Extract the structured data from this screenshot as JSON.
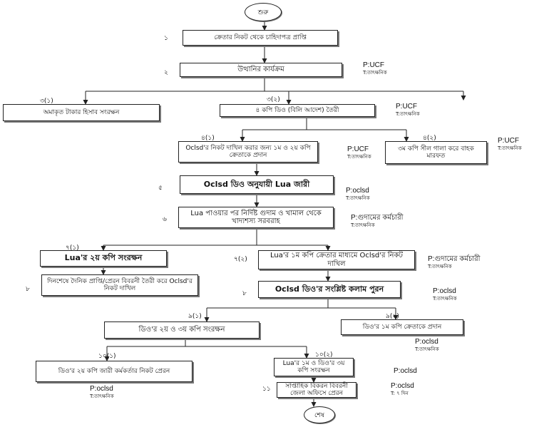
{
  "start": "শুরু",
  "end": "শেষ",
  "nodes": {
    "n1": {
      "num": "১",
      "text": "ক্রেতার নিকট থেকে চাহিদাপত্র প্রাপ্তি"
    },
    "n2": {
      "num": "২",
      "text": "উত্থানির কার্যক্রম",
      "p": "P:UCF",
      "t": "T:তাৎক্ষনিক"
    },
    "n3a": {
      "num": "৩(১)",
      "text": "অমাকৃত টাকার হিসাব সংরক্ষন"
    },
    "n3b": {
      "num": "৩(২)",
      "text": "৪ কপি ডিও (বিলি আদেশ) তৈরী",
      "p": "P:UCF",
      "t": "T:তাৎক্ষনিক"
    },
    "n4a": {
      "num": "৪(১)",
      "text": "Oclsd'র নিকট দাখিল করার জন্য ১ম ও ২য় কপি ক্রেতাকে প্রদান",
      "p": "P:UCF",
      "t": "T:তাৎক্ষনিক"
    },
    "n4b": {
      "num": "৪(২)",
      "text": "৩ম কপি সীল গালা করে বাহক মারফত",
      "p": "P:UCF",
      "t": "T:তাৎক্ষনিক"
    },
    "n5": {
      "num": "৫",
      "text": "Oclsd ডিও অনুযায়ী Lua জারী",
      "p": "P:oclsd",
      "t": "T:তাৎক্ষনিক"
    },
    "n6": {
      "num": "৬",
      "text": "Lua পাওয়ার পর নির্দিষ্ট গুদাম ও খামাল থেকে খাদ্যশস্য সরবরাহ",
      "p": "P:গুদামের কর্মচারী",
      "t": "T:তাৎক্ষনিক"
    },
    "n7a": {
      "num": "৭(১)",
      "text": "Lua'র ২য় কপি সংরক্ষন"
    },
    "n7b": {
      "num": "৭(২)",
      "text": "Lua'র ১ম কপি ক্রেতার মাধ্যমে Oclsd'র নিকট দাখিল",
      "p": "P:গুদামের কর্মচারী",
      "t": "T:তাৎক্ষনিক"
    },
    "n8a": {
      "num": "৮",
      "text": "দিনশেষে দৈনিক প্রাপ্তি/প্রেরন বিবরনী তৈরী করে Oclsd'র নিকট দাখিল"
    },
    "n8b": {
      "num": "৮",
      "text": "Oclsd ডিও'র সংশ্লিষ্ট কলাম পুরন",
      "p": "P:oclsd",
      "t": "T:তাৎক্ষনিক"
    },
    "n9a": {
      "num": "৯(১)",
      "text": "ডিও'র ২য় ও ৩য় কপি সংরক্ষন"
    },
    "n9b": {
      "num": "৯(২)",
      "text": "ডিও'র ১ম কপি ক্রেতাকে প্রদান",
      "p": "P:oclsd",
      "t": "T:তাৎক্ষনিক"
    },
    "n10a": {
      "num": "১০(১)",
      "text": "ডিও'র ২য় কপি জারী কর্মকর্তার নিকট প্রেরন",
      "p": "P:oclsd",
      "t": "T:তাৎক্ষনিক"
    },
    "n10b": {
      "num": "১০(২)",
      "text": "Lua'র ১ম ও ডিও'র ৩য় কপি সংরক্ষন",
      "p": "P:oclsd",
      "t": ""
    },
    "n11": {
      "num": "১১",
      "text": "সাপ্তাহিক বিকরন বিবরনী জেলা অফিসে প্রেরন",
      "p": "P:oclsd",
      "t": "T: ৭ দিন"
    }
  }
}
